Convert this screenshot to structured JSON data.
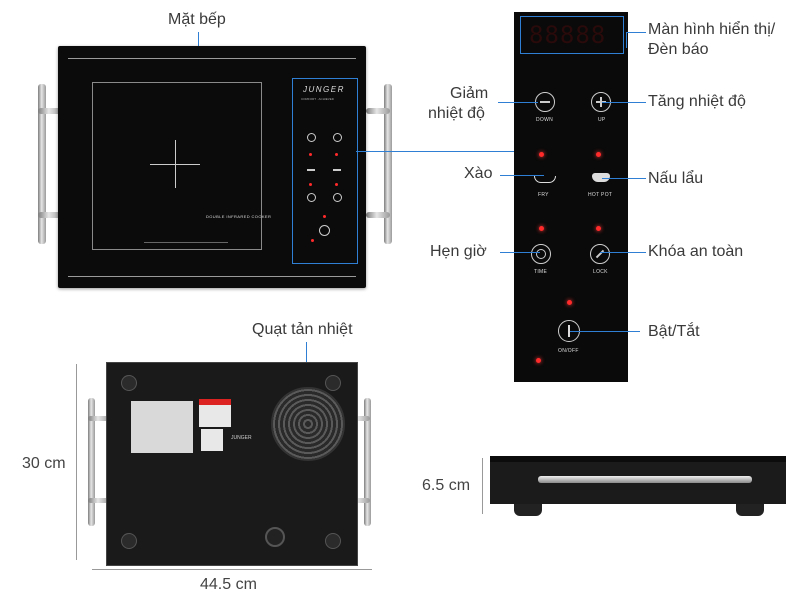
{
  "labels": {
    "mat_bep": "Mặt bếp",
    "man_hinh": "Màn hình hiển thị/",
    "den_bao": "Đèn báo",
    "giam_nhiet_do_1": "Giảm",
    "giam_nhiet_do_2": "nhiệt độ",
    "tang_nhiet_do": "Tăng nhiệt độ",
    "xao": "Xào",
    "nau_lau": "Nấu lẩu",
    "hen_gio": "Hẹn giờ",
    "khoa_an_toan": "Khóa an toàn",
    "bat_tat": "Bật/Tắt",
    "quat_tan_nhiet": "Quạt tản nhiệt"
  },
  "dimensions": {
    "depth": "30 cm",
    "width": "44.5 cm",
    "height": "6.5 cm"
  },
  "panel": {
    "display": "88888",
    "down": "DOWN",
    "up": "UP",
    "fry": "FRY",
    "hot_pot": "HOT POT",
    "time": "TIME",
    "lock": "LOCK",
    "on_off": "ON/OFF"
  },
  "cooktop": {
    "brand": "JUNGER",
    "tagline": "COMFORT · ACHIEVED",
    "zone_label": "DOUBLE INFRARED COOKER"
  },
  "bottom": {
    "brand_sticker": "JUNGER"
  },
  "colors": {
    "callout": "#2f7fd4",
    "glass": "#0b0b0b",
    "led": "#ff2a2a"
  }
}
